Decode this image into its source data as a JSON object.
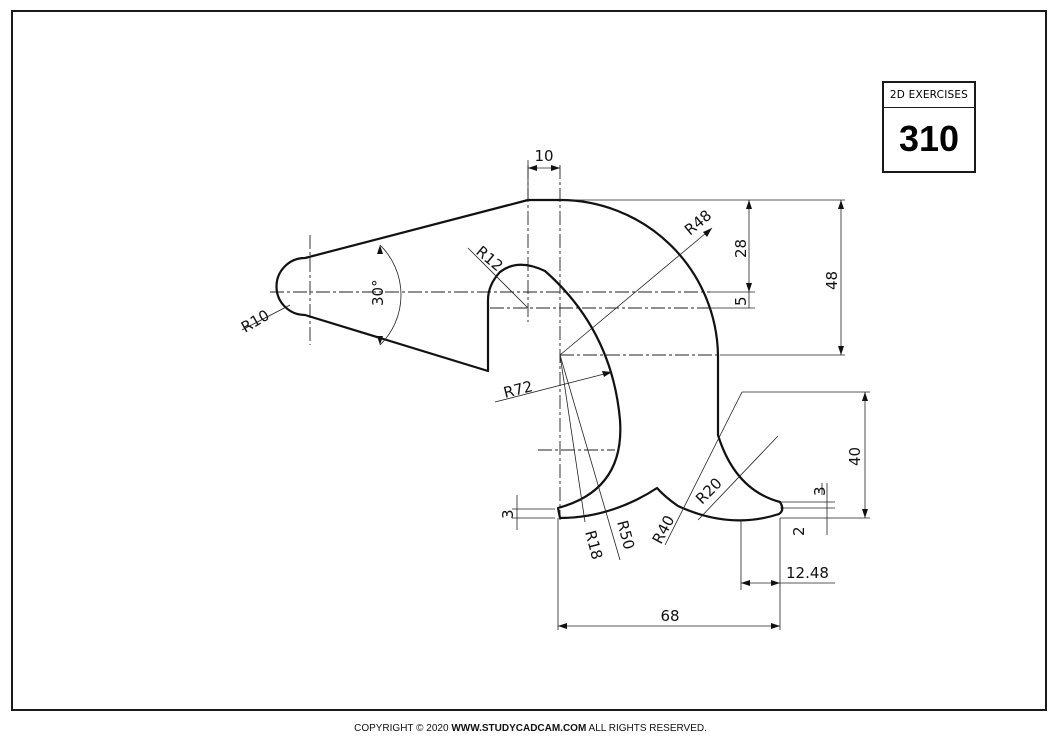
{
  "titleblock": {
    "label": "2D EXERCISES",
    "number": "310"
  },
  "dimensions": {
    "top_width": "10",
    "r48": "R48",
    "r12": "R12",
    "angle": "30°",
    "r10": "R10",
    "r72": "R72",
    "h28": "28",
    "h5": "5",
    "h48": "48",
    "h40": "40",
    "r20": "R20",
    "r40": "R40",
    "r18": "R18",
    "r50": "R50",
    "h3_left": "3",
    "h3_right": "3",
    "h2": "2",
    "w1248": "12.48",
    "w68": "68"
  },
  "copyright": {
    "prefix": "COPYRIGHT © 2020 ",
    "site": "WWW.STUDYCADCAM.COM",
    "suffix": " ALL RIGHTS RESERVED."
  }
}
